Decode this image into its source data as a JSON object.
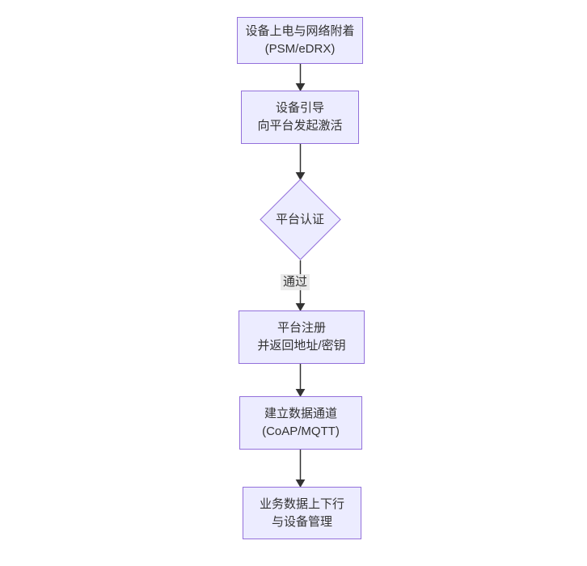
{
  "diagram": {
    "type": "flowchart",
    "direction": "top-down",
    "nodes": {
      "power": {
        "shape": "rect",
        "lines": [
          "设备上电与网络附着",
          "(PSM/eDRX)"
        ]
      },
      "bootstrap": {
        "shape": "rect",
        "lines": [
          "设备引导",
          "向平台发起激活"
        ]
      },
      "auth": {
        "shape": "diamond",
        "label": "平台认证"
      },
      "register": {
        "shape": "rect",
        "lines": [
          "平台注册",
          "并返回地址/密钥"
        ]
      },
      "channel": {
        "shape": "rect",
        "lines": [
          "建立数据通道",
          "(CoAP/MQTT)"
        ]
      },
      "business": {
        "shape": "rect",
        "lines": [
          "业务数据上下行",
          "与设备管理"
        ]
      }
    },
    "edges": [
      {
        "from": "power",
        "to": "bootstrap",
        "label": ""
      },
      {
        "from": "bootstrap",
        "to": "auth",
        "label": ""
      },
      {
        "from": "auth",
        "to": "register",
        "label": "通过"
      },
      {
        "from": "register",
        "to": "channel",
        "label": ""
      },
      {
        "from": "channel",
        "to": "business",
        "label": ""
      }
    ],
    "edge_labels": {
      "auth_pass": "通过"
    },
    "colors": {
      "background": "#FFFFFF",
      "node_fill": "#ECECFF",
      "node_border": "#9370DB",
      "text": "#333333",
      "edge": "#333333",
      "edge_label_bg": "#E8E8E8"
    }
  }
}
